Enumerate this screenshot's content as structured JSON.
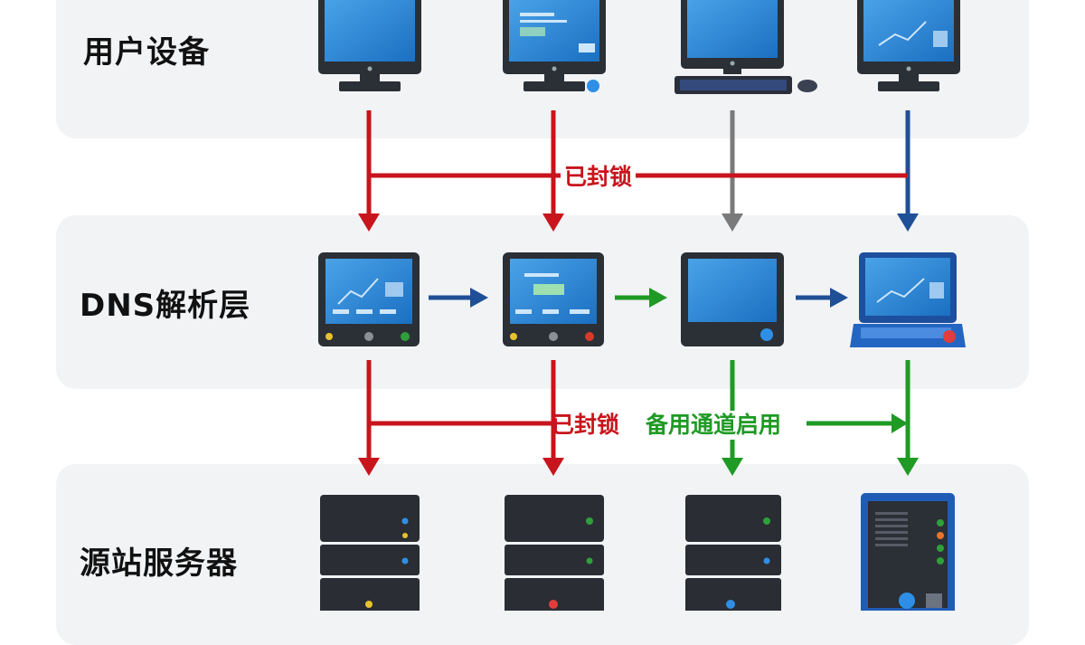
{
  "layers": {
    "user": "用户设备",
    "dns": "DNS解析层",
    "origin": "源站服务器"
  },
  "status": {
    "blocked_top": "已封锁",
    "blocked_bottom": "已封锁",
    "backup": "备用通道启用"
  },
  "colors": {
    "blocked": "#c8141c",
    "backup": "#1f9a24",
    "neutral": "#7a7a7a",
    "blue": "#1f4f96",
    "band": "#f1f3f5"
  },
  "icons": {
    "user_devices": [
      "desktop-monitor-icon",
      "desktop-monitor-icon",
      "laptop-keyboard-icon",
      "desktop-monitor-icon"
    ],
    "dns_nodes": [
      "dns-terminal-icon",
      "dns-terminal-icon",
      "dns-terminal-icon",
      "dns-laptop-icon"
    ],
    "origin_servers": [
      "server-rack-icon",
      "server-rack-icon",
      "server-rack-icon",
      "server-tower-icon"
    ]
  }
}
